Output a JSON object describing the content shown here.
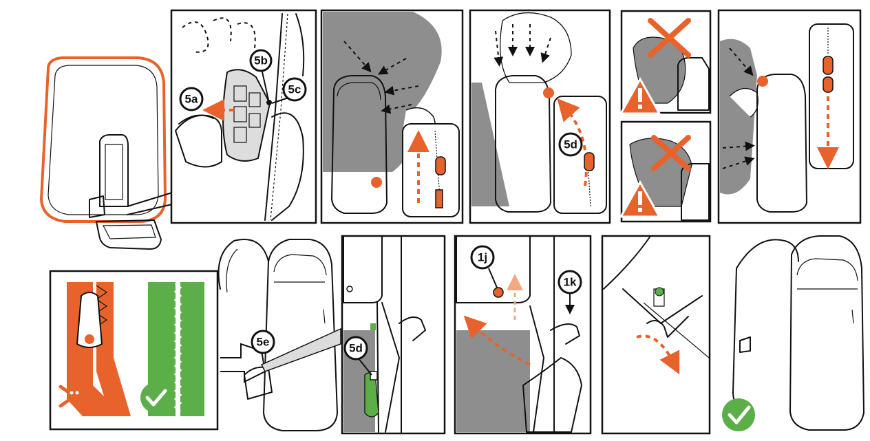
{
  "colors": {
    "accent_orange": "#e8622c",
    "ok_green": "#5cae48",
    "bag_grey": "#8e8e8e",
    "ink": "#111111"
  },
  "icons": [
    "warning-triangle-icon",
    "x-mark-icon",
    "checkmark-icon",
    "skull-crossbones-icon",
    "zipper-slider-icon"
  ],
  "steps": {
    "s5a": "5a",
    "s5b": "5b",
    "s5c": "5c",
    "s5d": "5d",
    "s5d_green": "5d",
    "s5e": "5e",
    "s1j": "1j",
    "s1k": "1k"
  }
}
